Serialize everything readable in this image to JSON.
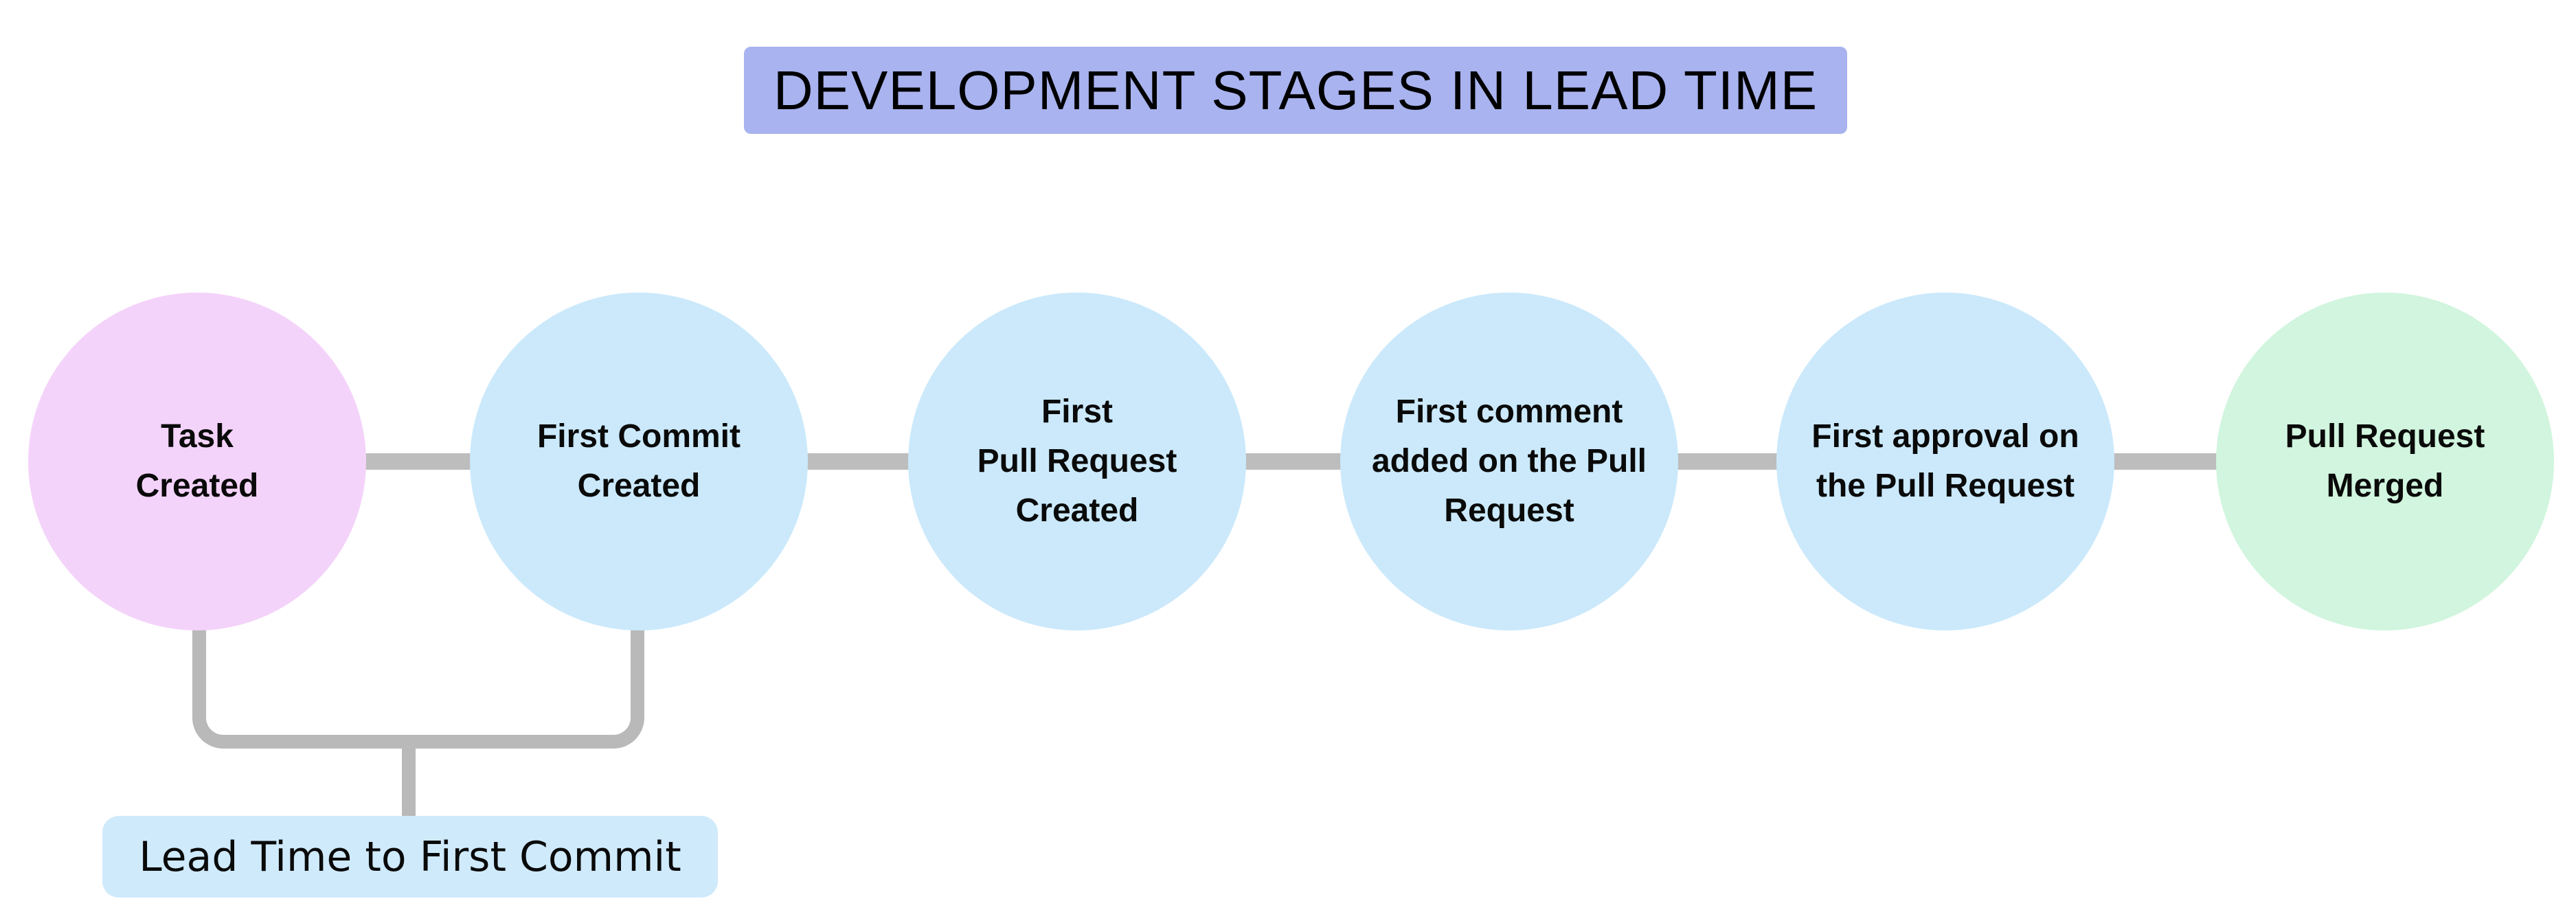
{
  "title": {
    "text": "DEVELOPMENT STAGES IN LEAD TIME",
    "bg": "#a9b3ef"
  },
  "stages": [
    {
      "label": "Task\nCreated",
      "color": "#f4d3fa"
    },
    {
      "label": "First Commit\nCreated",
      "color": "#cbe9fb"
    },
    {
      "label": "First\nPull Request\nCreated",
      "color": "#cbe9fb"
    },
    {
      "label": "First comment\nadded on the Pull\nRequest",
      "color": "#cbe9fb"
    },
    {
      "label": "First approval on\nthe Pull Request",
      "color": "#cbe9fb"
    },
    {
      "label": "Pull Request\nMerged",
      "color": "#d1f5de"
    }
  ],
  "connector": {
    "color": "#bdbdbd",
    "bracket_color": "#b9b9b9"
  },
  "annotation": {
    "label": "Lead Time to First Commit",
    "bg": "#cfeafb",
    "connects": [
      "Task Created",
      "First Commit Created"
    ]
  }
}
